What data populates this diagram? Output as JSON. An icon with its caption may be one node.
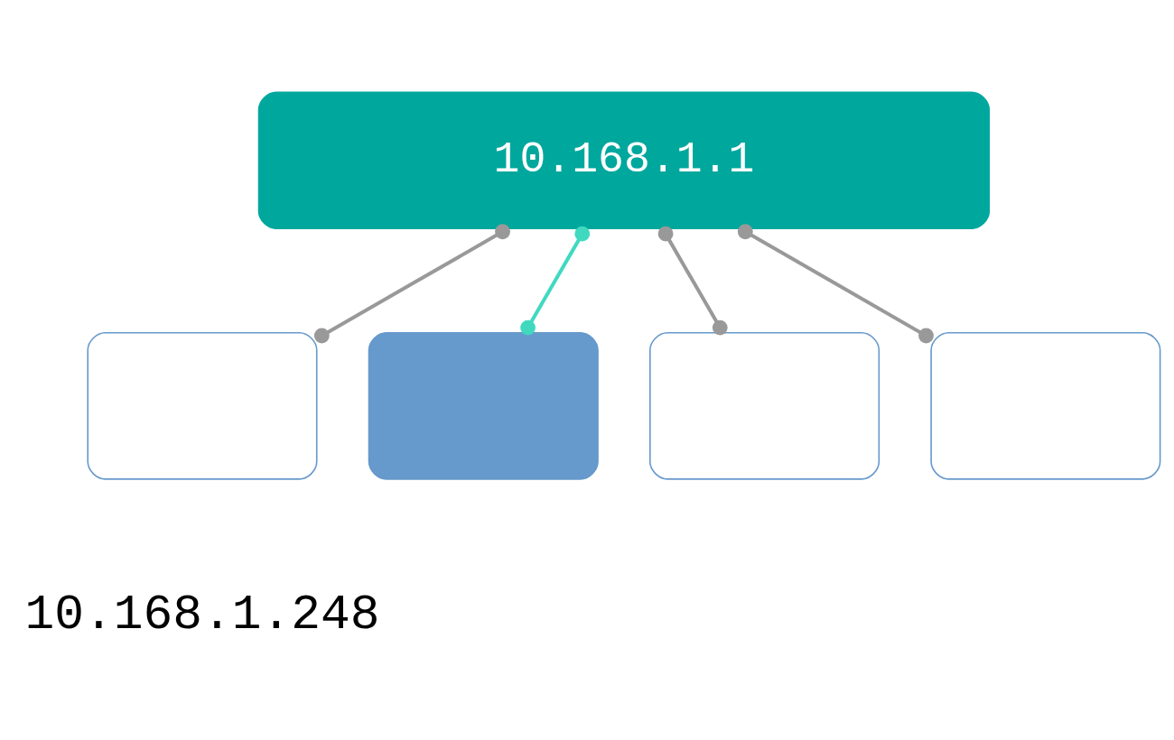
{
  "diagram": {
    "nodes": [
      {
        "text": [
          "10.168.1.1"
        ]
      },
      {
        "text": [],
        "shape": "box"
      },
      {
        "text": [],
        "shape": "box"
      },
      {
        "text": [],
        "shape": "box"
      },
      {
        "text": [],
        "shape": "box"
      }
    ],
    "edges": [
      {
        "from": 0,
        "to": 1,
        "arrow": "other"
      },
      {
        "from": 0,
        "to": 2,
        "arrow": "other",
        "color": "#40d9c0"
      },
      {
        "from": 0,
        "to": 3,
        "arrow": "other"
      },
      {
        "from": 0,
        "to": 4,
        "arrow": "other"
      }
    ],
    "labels": [
      "10.168.1.248"
    ]
  }
}
